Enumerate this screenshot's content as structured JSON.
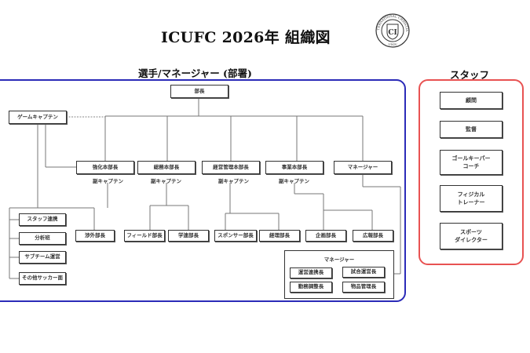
{
  "header": {
    "title": "ICUFC 2026年 組織図",
    "logo_text_top": "INTERNATIONAL CHRISTIAN",
    "logo_text_bottom": "UNIV"
  },
  "players_section": {
    "title": "選手/マネージャー (部署)",
    "frame_color": "#2b2bb8",
    "captain_leader": "部長",
    "game_captain": "ゲームキャプテン",
    "headquarters": [
      {
        "label": "強化本部長",
        "vice": "副キャプテン"
      },
      {
        "label": "総務本部長",
        "vice": "副キャプテン"
      },
      {
        "label": "経営管理本部長",
        "vice": "副キャプテン"
      },
      {
        "label": "事業本部長",
        "vice": "副キャプテン"
      },
      {
        "label": "マネージャー",
        "vice": ""
      }
    ],
    "game_captain_units": [
      "スタッフ連携",
      "分析班",
      "サブチーム運営",
      "その他サッカー面"
    ],
    "departments": [
      "渉外部長",
      "フィールド部長",
      "学連部長",
      "スポンサー部長",
      "経理部長",
      "企画部長",
      "広報部長"
    ],
    "manager_group": {
      "title": "マネージャー",
      "roles": [
        "運営連携長",
        "試合運営長",
        "勤務調整長",
        "物品管理長"
      ]
    }
  },
  "staff_section": {
    "title": "スタッフ",
    "frame_color": "#e85252",
    "roles": [
      "顧問",
      "監督",
      "ゴールキーパー\nコーチ",
      "フィジカル\nトレーナー",
      "スポーツ\nダイレクター"
    ]
  }
}
